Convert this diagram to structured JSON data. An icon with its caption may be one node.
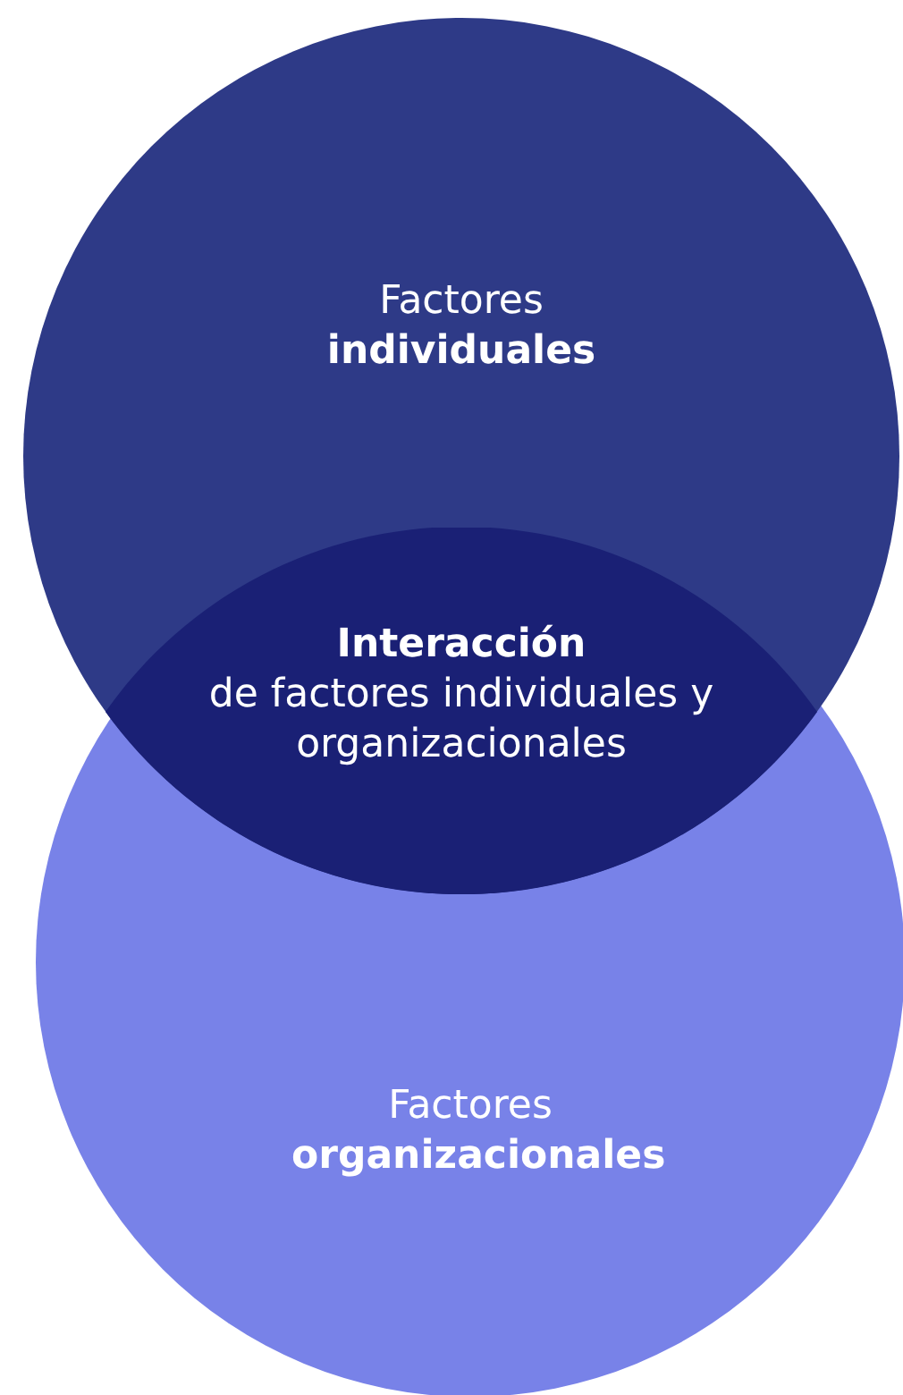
{
  "diagram": {
    "nodes": [
      {
        "text": [
          "Factores **individuales**"
        ]
      },
      {
        "text": [
          "Factores **organizacionales**"
        ]
      },
      {
        "text": [
          "Interacción",
          "de factores individuales y organizacionales"
        ]
      }
    ]
  }
}
